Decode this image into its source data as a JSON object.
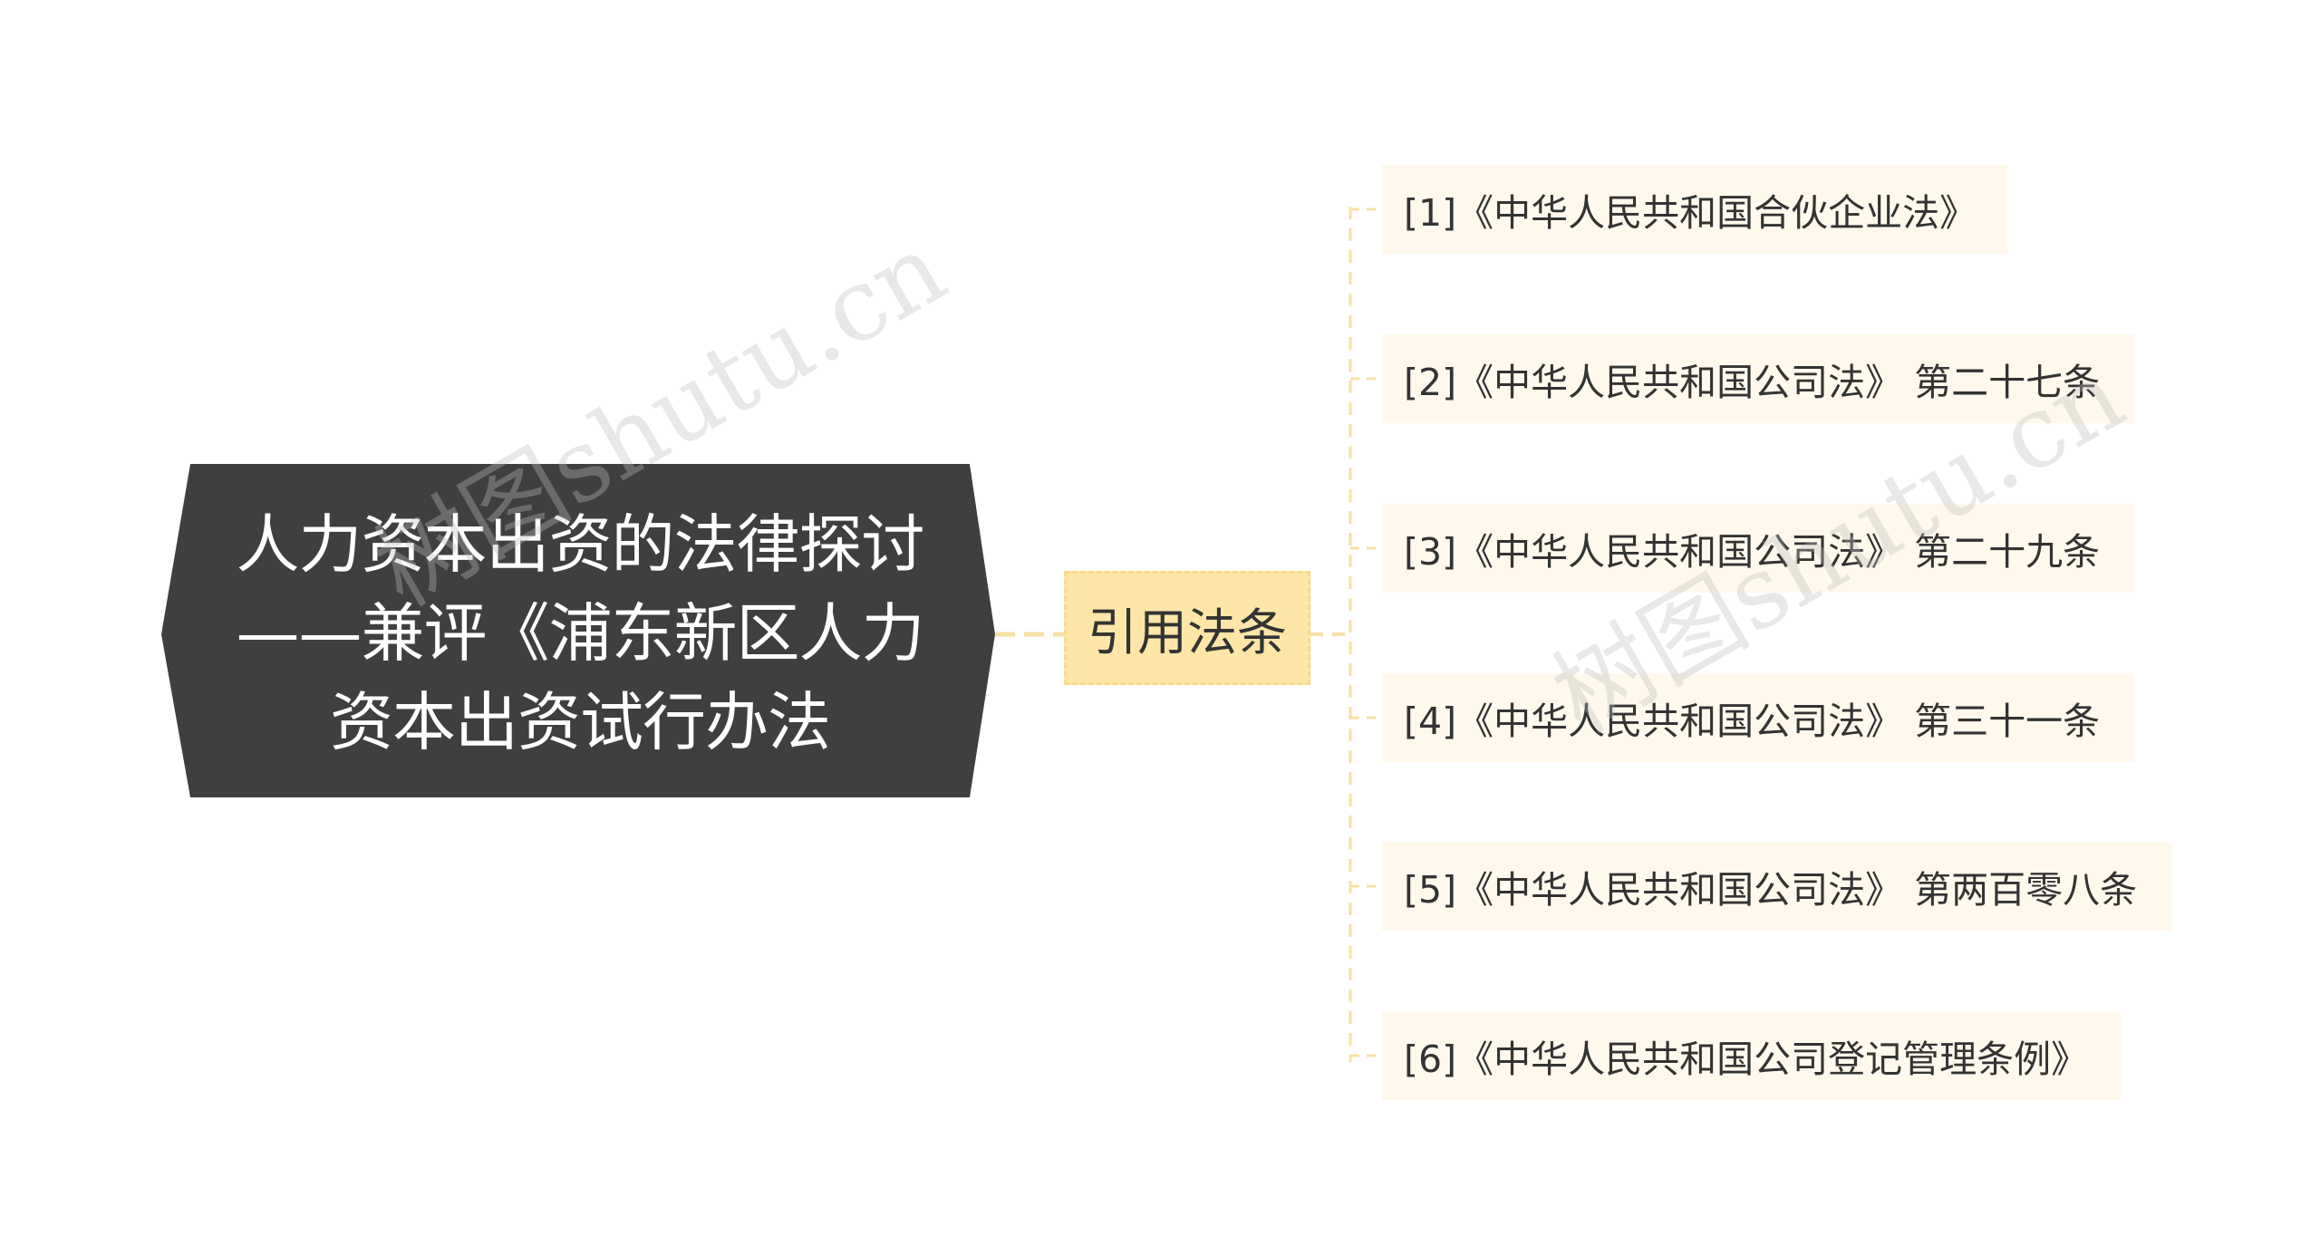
{
  "root": {
    "lines": [
      "人力资本出资的法律探讨",
      "——兼评《浦东新区人力",
      "资本出资试行办法"
    ]
  },
  "branch": {
    "label": "引用法条"
  },
  "leaves": [
    {
      "label": "[1]《中华人民共和国合伙企业法》"
    },
    {
      "label": "[2]《中华人民共和国公司法》 第二十七条"
    },
    {
      "label": "[3]《中华人民共和国公司法》 第二十九条"
    },
    {
      "label": "[4]《中华人民共和国公司法》 第三十一条"
    },
    {
      "label": "[5]《中华人民共和国公司法》 第两百零八条"
    },
    {
      "label": "[6]《中华人民共和国公司登记管理条例》"
    }
  ],
  "watermarks": [
    "树图shutu.cn",
    "树图shutu.cn"
  ],
  "colors": {
    "root_fill": "#3f3f3f",
    "branch_fill": "#fde6a8",
    "leaf_fill": "#fef9ec",
    "connector": "#f8e1a6"
  }
}
